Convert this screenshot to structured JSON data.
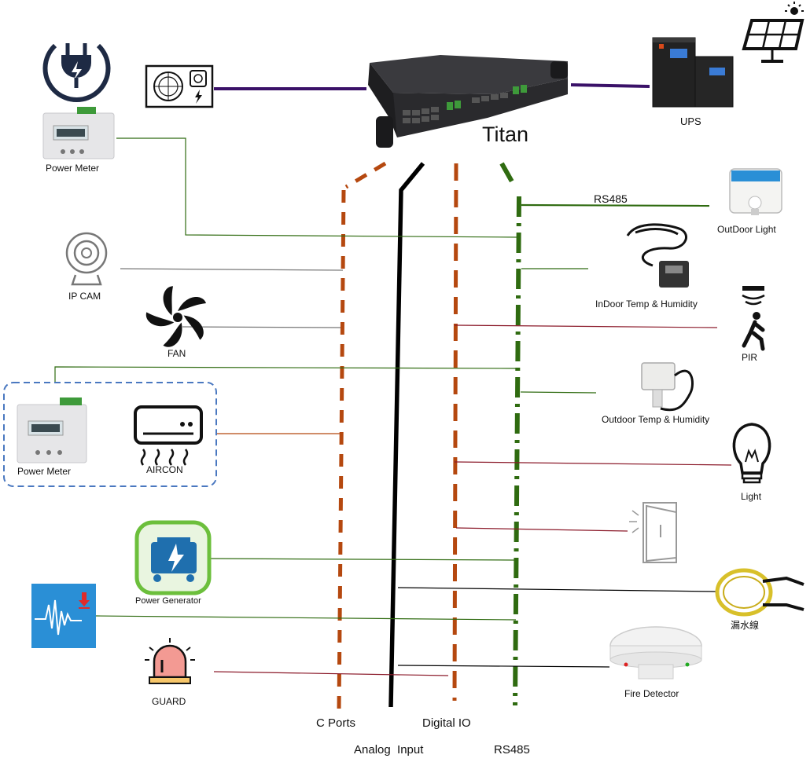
{
  "device": {
    "name": "Titan"
  },
  "buses": {
    "c_ports": "C Ports",
    "analog_input": "Analog  Input",
    "digital_io": "Digital IO",
    "rs485": "RS485",
    "rs485_top": "RS485"
  },
  "left_devices": {
    "power_meter_top": "Power Meter",
    "ip_cam": "IP CAM",
    "fan": "FAN",
    "power_meter_group": "Power Meter",
    "aircon": "AIRCON",
    "power_generator": "Power Generator",
    "guard": "GUARD"
  },
  "right_devices": {
    "ups": "UPS",
    "outdoor_light": "OutDoor Light",
    "indoor_temp": "InDoor Temp & Humidity",
    "pir": "PIR",
    "outdoor_temp": "Outdoor Temp & Humidity",
    "light": "Light",
    "water_leak": "漏水線",
    "fire_detector": "Fire Detector"
  },
  "colors": {
    "c_ports": "#b5480f",
    "analog": "#000000",
    "digital": "#b5480f",
    "rs485": "#2f6b10",
    "power_link": "#3a1168",
    "wire_green": "#2f6b10",
    "wire_red": "#8b1a2a",
    "wire_gray": "#777777",
    "wire_orange": "#b5480f",
    "group_border": "#4a78c0"
  }
}
